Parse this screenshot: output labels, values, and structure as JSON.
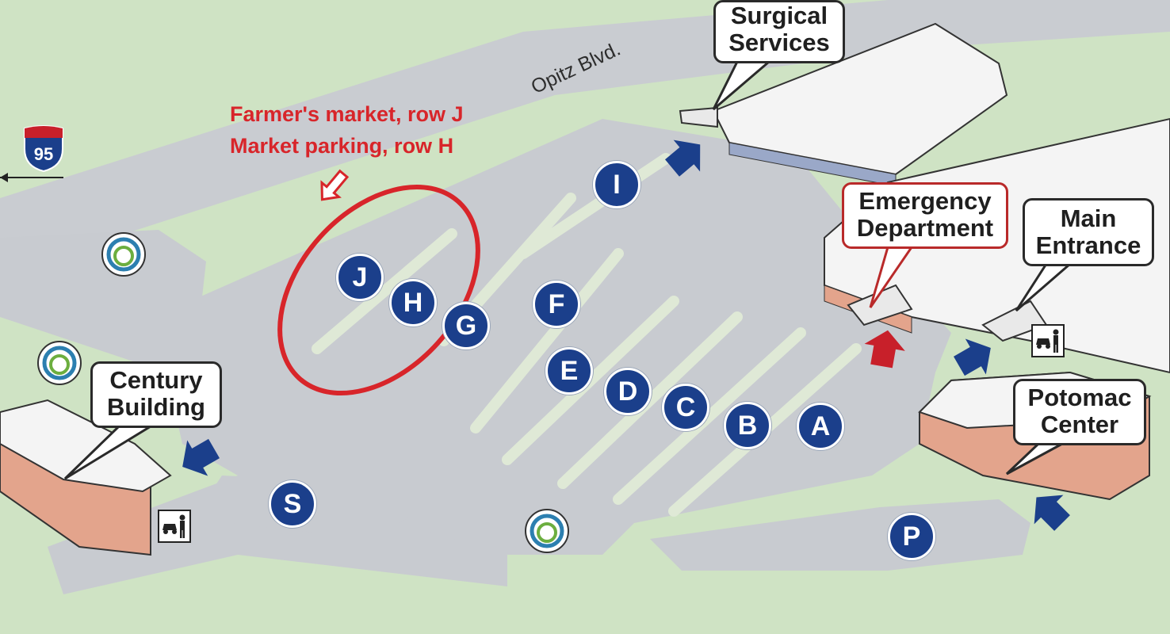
{
  "road": {
    "name": "Opitz Blvd."
  },
  "interstate": {
    "number": "95"
  },
  "annotation": {
    "line1": "Farmer's market, row J",
    "line2": "Market parking, row H",
    "color": "#d8252a"
  },
  "buildings": {
    "surgical": {
      "line1": "Surgical",
      "line2": "Services"
    },
    "emergency": {
      "line1": "Emergency",
      "line2": "Department"
    },
    "main": {
      "line1": "Main",
      "line2": "Entrance"
    },
    "potomac": {
      "line1": "Potomac",
      "line2": "Center"
    },
    "century": {
      "line1": "Century",
      "line2": "Building"
    }
  },
  "parking_rows": [
    "A",
    "B",
    "C",
    "D",
    "E",
    "F",
    "G",
    "H",
    "I",
    "J",
    "S",
    "P"
  ],
  "icons": {
    "arrow": "arrow-icon",
    "dropoff": "car-dropoff-icon",
    "logo": "hospital-logo-icon",
    "interstate": "interstate-shield-icon"
  },
  "colors": {
    "grass": "#cfe3c4",
    "pavement": "#c8cbd0",
    "marker": "#1b3f8b",
    "arrow": "#1b3f8b",
    "emergency_arrow": "#c8202a",
    "building_roof": "#f4f4f4",
    "building_wall": "#e3a48c"
  }
}
